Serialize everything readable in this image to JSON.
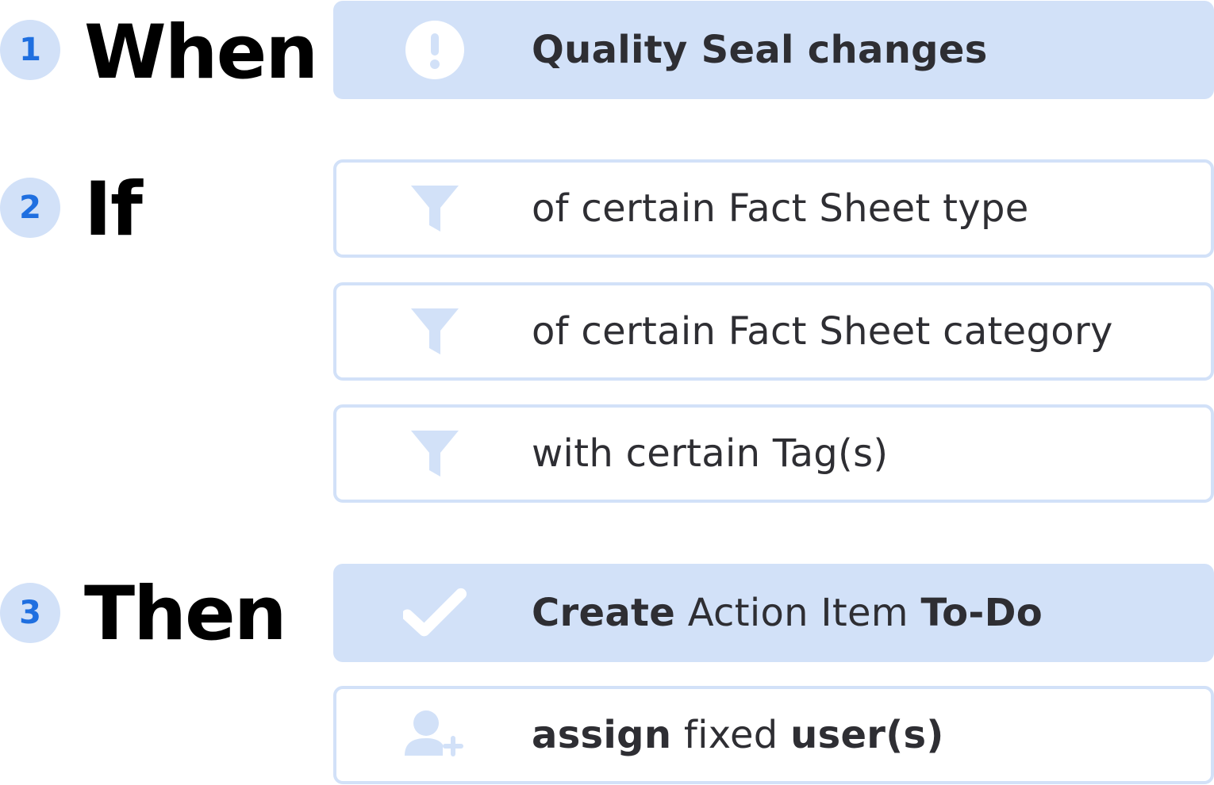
{
  "steps": [
    {
      "number": "1",
      "label": "When"
    },
    {
      "number": "2",
      "label": "If"
    },
    {
      "number": "3",
      "label": "Then"
    }
  ],
  "when": {
    "trigger": {
      "icon": "exclamation-circle-icon",
      "text": "Quality Seal changes"
    }
  },
  "if": {
    "conditions": [
      {
        "icon": "filter-icon",
        "text": "of certain Fact Sheet type"
      },
      {
        "icon": "filter-icon",
        "text": "of certain Fact Sheet category"
      },
      {
        "icon": "filter-icon",
        "text": "with certain Tag(s)"
      }
    ]
  },
  "then": {
    "action": {
      "icon": "checkmark-icon",
      "part1": "Create",
      "part2": " Action Item ",
      "part3": "To-Do"
    },
    "assign": {
      "icon": "add-user-icon",
      "part1": "assign",
      "part2": " fixed ",
      "part3": "user(s)"
    }
  },
  "colors": {
    "accent": "#1f6fe0",
    "box_fill": "#d2e1f8",
    "text": "#2e2e33"
  }
}
